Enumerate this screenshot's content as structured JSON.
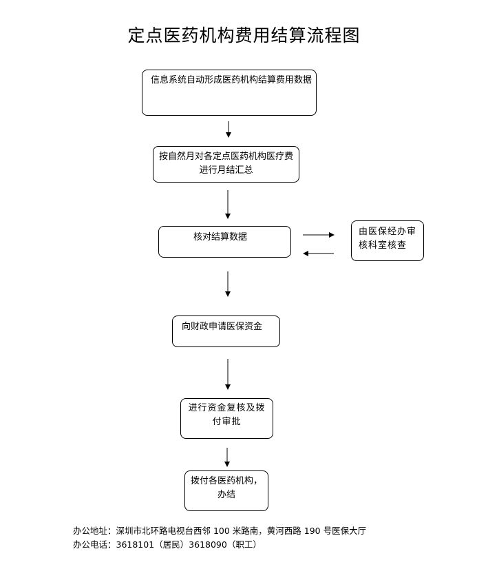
{
  "title": "定点医药机构费用结算流程图",
  "steps": [
    {
      "lines": [
        "信息系统自动形成医药机构结算费用数据"
      ]
    },
    {
      "lines": [
        "按自然月对各定点医药机构医疗费",
        "进行月结汇总"
      ]
    },
    {
      "lines": [
        "核对结算数据"
      ]
    },
    {
      "lines": [
        "由医保经办审",
        "核科室核查"
      ]
    },
    {
      "lines": [
        "向财政申请医保资金"
      ]
    },
    {
      "lines": [
        "进行资金复核及拨",
        "付审批"
      ]
    },
    {
      "lines": [
        "拨付各医药机构，",
        "办结"
      ]
    }
  ],
  "footer": {
    "address": "办公地址：深圳市北环路电视台西邻 100 米路南，黄河西路 190 号医保大厅",
    "phone": "办公电话：3618101（居民）3618090（职工）"
  }
}
